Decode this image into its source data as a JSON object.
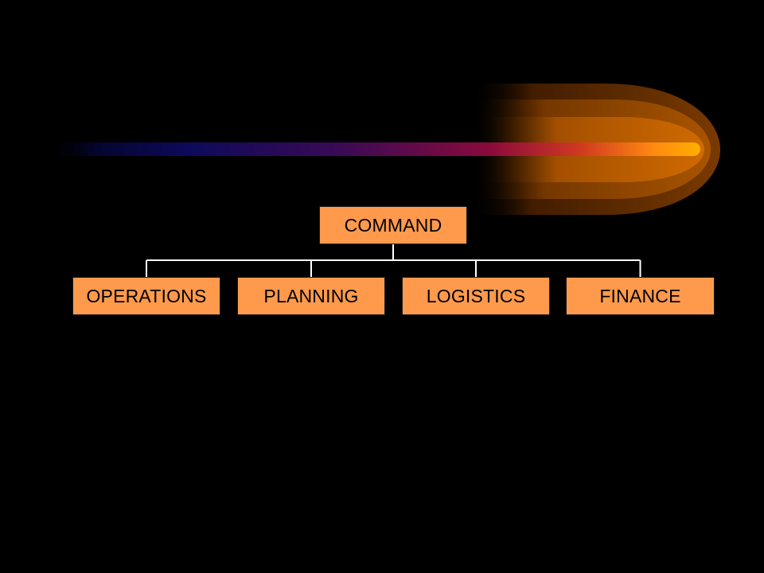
{
  "colors": {
    "background": "#000000",
    "box_fill": "#FF9A4D",
    "connector": "#FFFFFF",
    "text": "#000000"
  },
  "org_chart": {
    "root": {
      "label": "COMMAND"
    },
    "children": [
      {
        "label": "OPERATIONS"
      },
      {
        "label": "PLANNING"
      },
      {
        "label": "LOGISTICS"
      },
      {
        "label": "FINANCE"
      }
    ]
  }
}
